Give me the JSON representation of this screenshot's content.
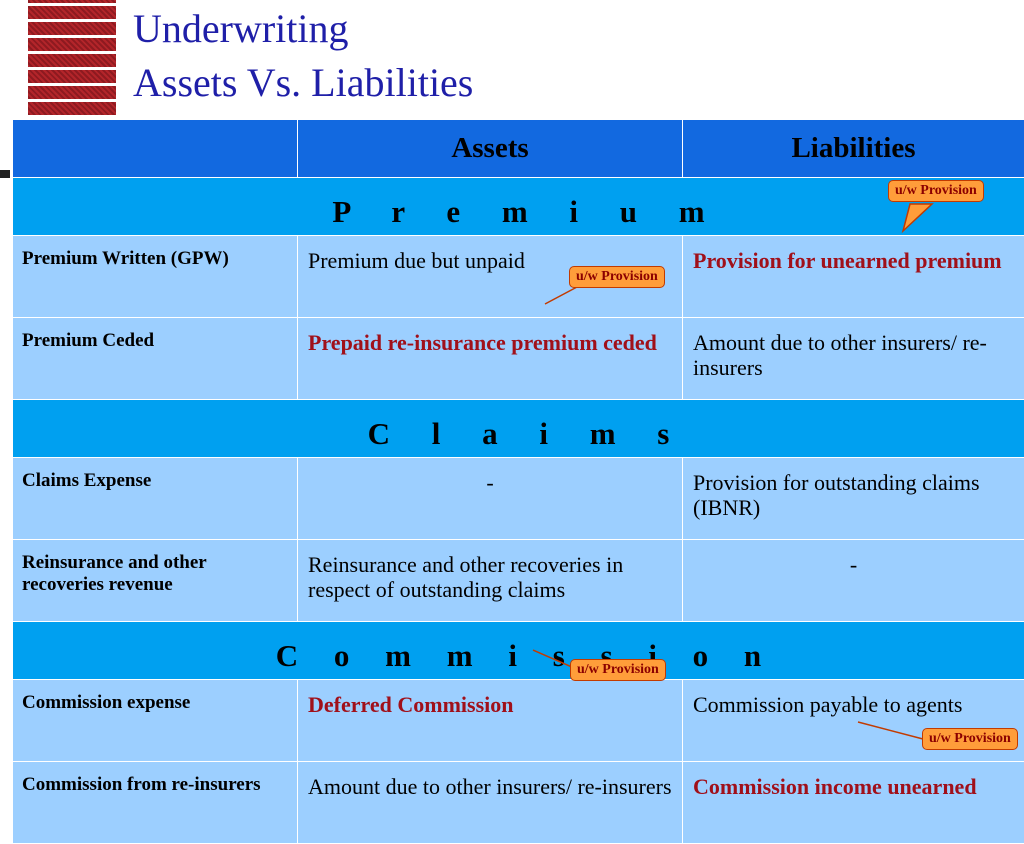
{
  "title": {
    "line1": "Underwriting",
    "line2": "Assets Vs. Liabilities"
  },
  "table": {
    "headers": [
      "",
      "Assets",
      "Liabilities"
    ],
    "sections": {
      "premium": "P r e m i u m",
      "claims": "C l a i m s",
      "commission": "C o m m i s s i o n"
    },
    "rows": {
      "gpw": {
        "label": "Premium Written (GPW)",
        "assets": "Premium due but unpaid",
        "liabilities": "Provision for unearned premium"
      },
      "ceded": {
        "label": "Premium Ceded",
        "assets": "Prepaid re-insurance premium ceded",
        "liabilities": "Amount due to  other insurers/ re-insurers"
      },
      "claims_expense": {
        "label": "Claims Expense",
        "assets": "-",
        "liabilities": "Provision for outstanding claims (IBNR)"
      },
      "recoveries": {
        "label": "Reinsurance and other recoveries revenue",
        "assets": "Reinsurance and other recoveries in respect of outstanding claims",
        "liabilities": "-"
      },
      "commission_expense": {
        "label": "Commission expense",
        "assets": "Deferred Commission",
        "liabilities": "Commission payable to agents"
      },
      "commission_reins": {
        "label": "Commission from re-insurers",
        "assets": "Amount due to  other insurers/ re-insurers",
        "liabilities": "Commission income unearned"
      }
    }
  },
  "callouts": {
    "c1": "u/w Provision",
    "c2": "u/w Provision",
    "c3": "u/w Provision",
    "c4": "u/w Provision"
  },
  "colors": {
    "header": "#1269e0",
    "section": "#00a0f0",
    "row": "#9ccfff",
    "title": "#1f1fa8",
    "emphasis": "#a0101a",
    "callout": "#ff9d3a"
  }
}
